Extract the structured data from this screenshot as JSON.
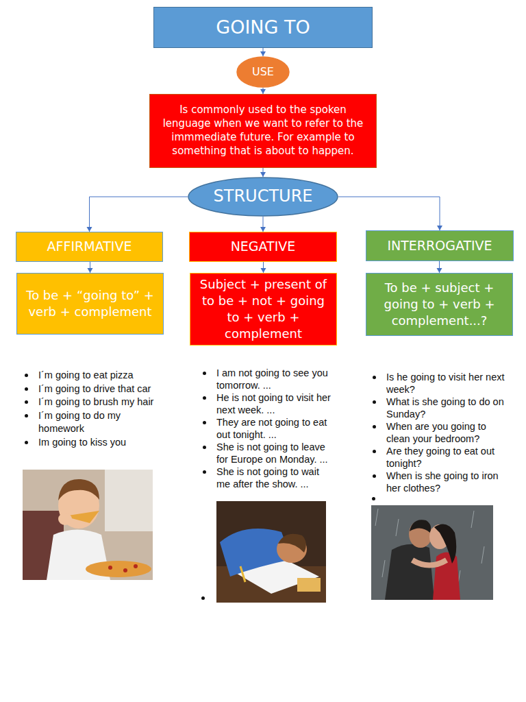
{
  "diagram": {
    "nodes": [
      {
        "text": [
          "GOING TO"
        ]
      },
      {
        "text": [
          "USE"
        ]
      },
      {
        "text": [
          "Is commonly used to the spoken lenguage when we want to refer to the immmediate future. For example to something that is about to happen."
        ]
      },
      {
        "text": [
          "STRUCTURE"
        ]
      },
      {
        "text": [
          "AFFIRMATIVE"
        ]
      },
      {
        "text": [
          "To be + “going to” + verb + complement"
        ]
      },
      {
        "text": [
          "NEGATIVE"
        ]
      },
      {
        "text": [
          "Subject + present of to be + not + going to + verb + complement"
        ]
      },
      {
        "text": [
          "INTERROGATIVE"
        ]
      },
      {
        "text": [
          "To be + subject + going to + verb + complement...?"
        ]
      }
    ],
    "edges": [
      {
        "from": 0,
        "to": 1,
        "arrow": "to"
      },
      {
        "from": 1,
        "to": 2,
        "arrow": "to"
      },
      {
        "from": 2,
        "to": 3,
        "arrow": "to"
      },
      {
        "from": 3,
        "to": 4,
        "arrow": "to"
      },
      {
        "from": 3,
        "to": 6,
        "arrow": "to"
      },
      {
        "from": 3,
        "to": 8,
        "arrow": "to"
      },
      {
        "from": 4,
        "to": 5,
        "arrow": "to"
      },
      {
        "from": 6,
        "to": 7,
        "arrow": "to"
      },
      {
        "from": 8,
        "to": 9,
        "arrow": "to"
      }
    ],
    "labels": [
      "I´m going to eat pizza",
      "I´m going to drive that car",
      "I´m going to brush my hair",
      "I´m going to do my homework",
      "Im going to kiss you",
      "I am not going to see you tomorrow. ...",
      "He is not going to visit her next week. ...",
      "They are not going to eat out tonight. ...",
      "She is not going to leave for Europe on Monday. ...",
      "She is not going to wait me after the show. ...",
      "Is he going to visit her next week?",
      "What is she going to do on Sunday?",
      "When are you going to clean your bedroom?",
      "Are they going to eat out tonight?",
      "When is she going to iron her clothes?"
    ]
  }
}
